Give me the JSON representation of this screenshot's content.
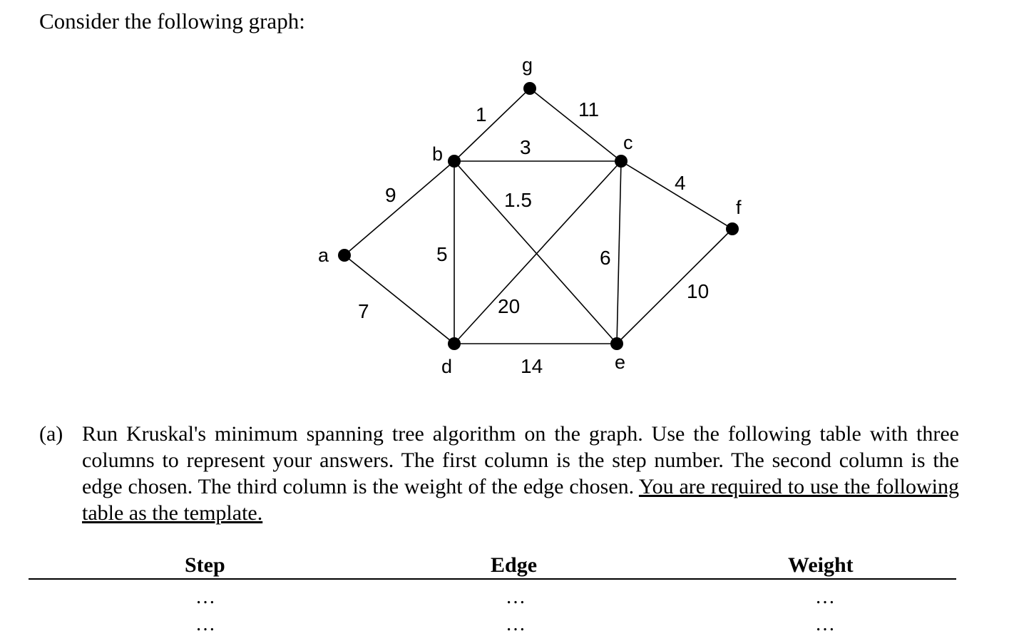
{
  "intro": "Consider the following graph:",
  "graph": {
    "vertices": [
      {
        "id": "a",
        "label": "a"
      },
      {
        "id": "b",
        "label": "b"
      },
      {
        "id": "c",
        "label": "c"
      },
      {
        "id": "d",
        "label": "d"
      },
      {
        "id": "e",
        "label": "e"
      },
      {
        "id": "f",
        "label": "f"
      },
      {
        "id": "g",
        "label": "g"
      }
    ],
    "edges": [
      {
        "from": "a",
        "to": "b",
        "weight": "9"
      },
      {
        "from": "a",
        "to": "d",
        "weight": "7"
      },
      {
        "from": "b",
        "to": "g",
        "weight": "1"
      },
      {
        "from": "g",
        "to": "c",
        "weight": "11"
      },
      {
        "from": "b",
        "to": "c",
        "weight": "3"
      },
      {
        "from": "b",
        "to": "e",
        "weight": "1.5"
      },
      {
        "from": "b",
        "to": "d",
        "weight": "5"
      },
      {
        "from": "c",
        "to": "d",
        "weight": "20"
      },
      {
        "from": "c",
        "to": "e",
        "weight": "6"
      },
      {
        "from": "c",
        "to": "f",
        "weight": "4"
      },
      {
        "from": "d",
        "to": "e",
        "weight": "14"
      },
      {
        "from": "e",
        "to": "f",
        "weight": "10"
      }
    ]
  },
  "question": {
    "marker": "(a)",
    "text_plain": "Run Kruskal's minimum spanning tree algorithm on the graph. Use the following table with three columns to represent your answers. The first column is the step number. The second column is the edge chosen. The third column is the weight of the edge chosen.",
    "text_underlined": "You are required to use the following table as the template."
  },
  "table": {
    "headers": [
      "Step",
      "Edge",
      "Weight"
    ],
    "rows": [
      [
        "…",
        "…",
        "…"
      ],
      [
        "…",
        "…",
        "…"
      ]
    ]
  }
}
